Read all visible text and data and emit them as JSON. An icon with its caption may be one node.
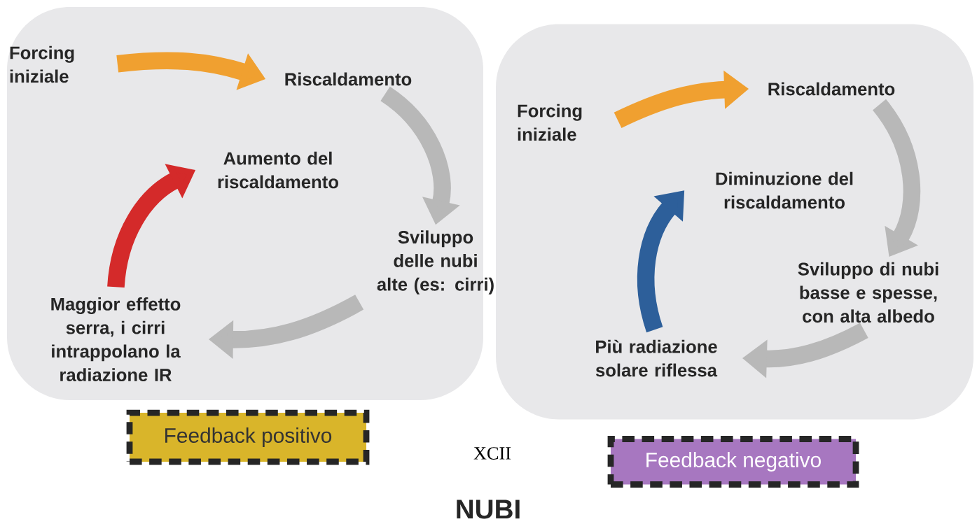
{
  "diagram": {
    "title": "NUBI",
    "nodes": [
      {
        "text": [],
        "shape": "box"
      },
      {
        "text": [
          "Forcing iniziale"
        ],
        "in": 0
      },
      {
        "text": [
          "Riscaldamento"
        ],
        "in": 0
      },
      {
        "text": [
          "Aumento del riscaldamento"
        ],
        "in": 0
      },
      {
        "text": [
          "Sviluppo delle nubi alte (es: cirri)"
        ],
        "in": 0
      },
      {
        "text": [
          "Maggior effetto serra, i cirri intrappolano la radiazione IR"
        ],
        "in": 0
      },
      {
        "text": [
          "Feedback positivo"
        ]
      },
      {
        "text": [],
        "shape": "box"
      },
      {
        "text": [
          "Forcing iniziale"
        ],
        "in": 7
      },
      {
        "text": [
          "Riscaldamento"
        ],
        "in": 7
      },
      {
        "text": [
          "Diminuzione del riscaldamento"
        ],
        "in": 7
      },
      {
        "text": [
          "Sviluppo di nubi basse e spesse, con alta albedo"
        ],
        "in": 7
      },
      {
        "text": [
          "Più radiazione solare riflessa"
        ],
        "in": 7
      },
      {
        "text": [
          "Feedback negativo"
        ]
      }
    ],
    "edges": [
      {
        "from": 1,
        "to": 2,
        "arrow": "to",
        "color": "#f0a030"
      },
      {
        "from": 2,
        "to": 4,
        "arrow": "to"
      },
      {
        "from": 4,
        "to": 5,
        "arrow": "to"
      },
      {
        "from": 5,
        "to": 3,
        "arrow": "to",
        "color": "#d42a2a"
      },
      {
        "from": 8,
        "to": 9,
        "arrow": "to",
        "color": "#f0a030"
      },
      {
        "from": 9,
        "to": 11,
        "arrow": "to"
      },
      {
        "from": 11,
        "to": 12,
        "arrow": "to"
      },
      {
        "from": 12,
        "to": 10,
        "arrow": "to",
        "color": "#2d5f9a"
      }
    ],
    "labels": [
      "XCII"
    ]
  }
}
